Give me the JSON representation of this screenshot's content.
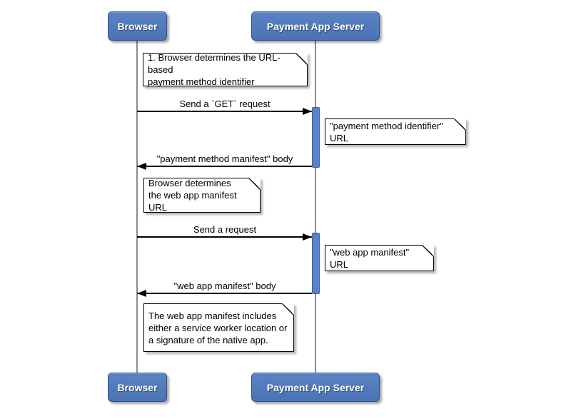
{
  "actors": {
    "browser": "Browser",
    "server": "Payment App Server"
  },
  "messages": {
    "get_request": "Send a `GET` request",
    "payment_method_manifest_body": "\"payment method manifest\" body",
    "send_request": "Send a request",
    "web_app_manifest_body": "\"web app manifest\" body"
  },
  "notes": {
    "determine_payment_method_identifier": "1. Browser determines the URL-based\npayment method identifier",
    "payment_method_identifier_url": "\"payment method identifier\" URL",
    "determine_web_app_manifest": "Browser determines\nthe web app manifest URL",
    "web_app_manifest_url": "\"web app manifest\" URL",
    "web_app_manifest_contents": "The web app manifest includes\neither a service worker location or\na signature of the native app."
  },
  "colors": {
    "actor_fill_top": "#5a83c5",
    "actor_fill_bottom": "#4a73b3",
    "actor_border": "#2d4f8e",
    "actor_text": "#ffffff",
    "lifeline": "#8c8c8c",
    "activation_fill": "#5b82c9",
    "activation_border": "#3f5fa5",
    "note_fill": "#ffffff",
    "note_border": "#000000",
    "message_color": "#000000"
  }
}
